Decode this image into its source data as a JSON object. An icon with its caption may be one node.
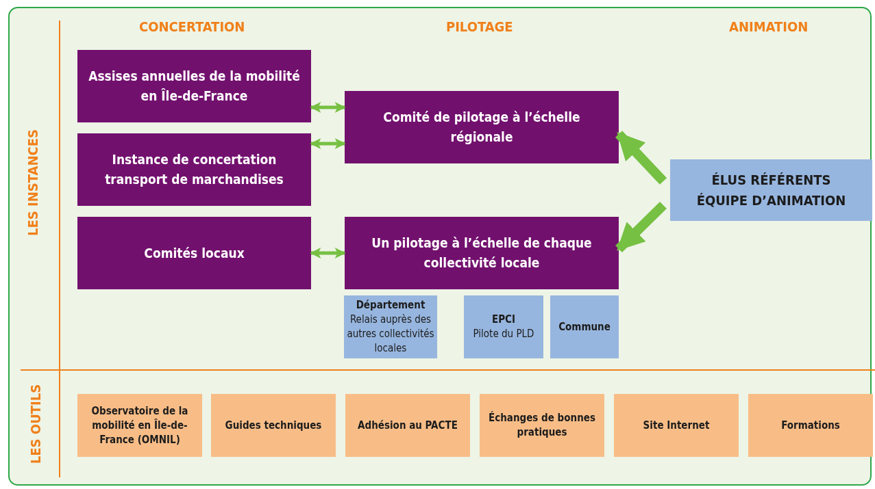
{
  "diagram": {
    "nodes": [
      {
        "text": [
          "Assises annuelles de la mobilité en Île-de-France"
        ]
      },
      {
        "text": [
          "Comité de pilotage à l’échelle régionale"
        ]
      },
      {
        "text": [
          "Instance de concertation transport de marchandises"
        ]
      },
      {
        "text": [
          "ÉLUS RÉFÉRENTS",
          "ÉQUIPE D’ANIMATION"
        ]
      },
      {
        "text": [
          "Comités locaux"
        ]
      },
      {
        "text": [
          "Un pilotage à l’échelle de chaque collectivité locale"
        ]
      },
      {
        "text": [
          "Département",
          "Relais auprès des autres collectivités locales"
        ]
      },
      {
        "text": [
          "EPCI",
          "Pilote du PLD"
        ]
      },
      {
        "text": [
          "Commune"
        ]
      },
      {
        "text": [
          "Observatoire de la mobilité en Île-de-France (OMNIL)"
        ]
      },
      {
        "text": [
          "Guides techniques"
        ]
      },
      {
        "text": [
          "Adhésion au PACTE"
        ]
      },
      {
        "text": [
          "Échanges de bonnes pratiques"
        ]
      },
      {
        "text": [
          "Site Internet"
        ]
      },
      {
        "text": [
          "Formations"
        ]
      }
    ],
    "edges": [
      {
        "from": 0,
        "to": 1,
        "arrow": "both"
      },
      {
        "from": 2,
        "to": 1,
        "arrow": "both"
      },
      {
        "from": 4,
        "to": 5,
        "arrow": "both"
      },
      {
        "from": 3,
        "to": 1,
        "arrow": "to",
        "style": "thick"
      },
      {
        "from": 3,
        "to": 5,
        "arrow": "to",
        "style": "thick"
      }
    ],
    "labels": [
      "CONCERTATION",
      "PILOTAGE",
      "ANIMATION",
      "LES INSTANCES",
      "LES OUTILS"
    ]
  }
}
